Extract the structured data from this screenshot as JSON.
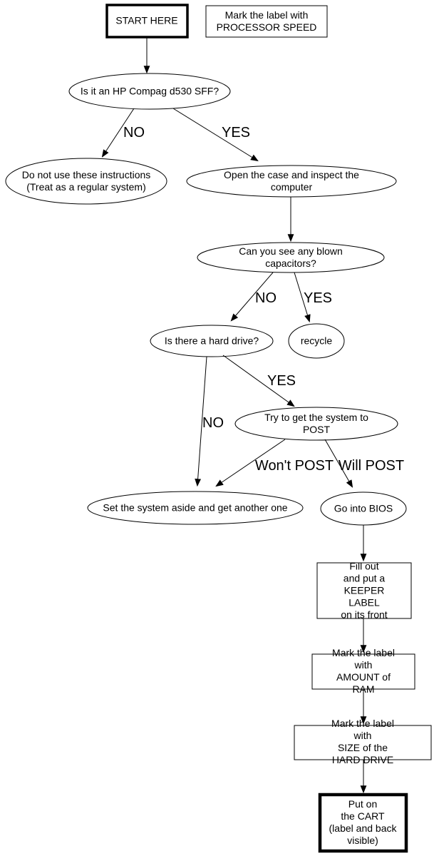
{
  "colors": {
    "stroke": "#000000",
    "background": "#ffffff",
    "text": "#000000"
  },
  "nodes": {
    "start": {
      "label": "START HERE",
      "shape": "rect-bold"
    },
    "processor_speed_note": {
      "label": "Mark the label with\nPROCESSOR SPEED",
      "shape": "rect"
    },
    "is_d530": {
      "label": "Is it an HP Compag d530 SFF?",
      "shape": "ellipse"
    },
    "do_not_use": {
      "label": "Do not use these instructions\n(Treat as a regular system)",
      "shape": "ellipse"
    },
    "open_case": {
      "label": "Open the case and inspect the computer",
      "shape": "ellipse"
    },
    "blown_caps": {
      "label": "Can you see any blown capacitors?",
      "shape": "ellipse"
    },
    "hard_drive": {
      "label": "Is there a hard drive?",
      "shape": "ellipse"
    },
    "recycle": {
      "label": "recycle",
      "shape": "ellipse"
    },
    "try_post": {
      "label": "Try to get the system to POST",
      "shape": "ellipse"
    },
    "set_aside": {
      "label": "Set the system aside and get another one",
      "shape": "ellipse"
    },
    "go_bios": {
      "label": "Go into BIOS",
      "shape": "ellipse"
    },
    "keeper_label": {
      "label": "Fill out\nand put a\nKEEPER LABEL\non its front",
      "shape": "rect"
    },
    "ram_label": {
      "label": "Mark the label with\nAMOUNT of RAM",
      "shape": "rect"
    },
    "hdd_size_label": {
      "label": "Mark the label with\nSIZE of the HARD DRIVE",
      "shape": "rect"
    },
    "cart": {
      "label": "Put on\nthe CART\n(label and back\nvisible)",
      "shape": "rect-bold"
    }
  },
  "edge_labels": {
    "d530_no": "NO",
    "d530_yes": "YES",
    "caps_no": "NO",
    "caps_yes": "YES",
    "hdd_yes": "YES",
    "hdd_no": "NO",
    "wont_post": "Won't POST",
    "will_post": "Will POST"
  }
}
